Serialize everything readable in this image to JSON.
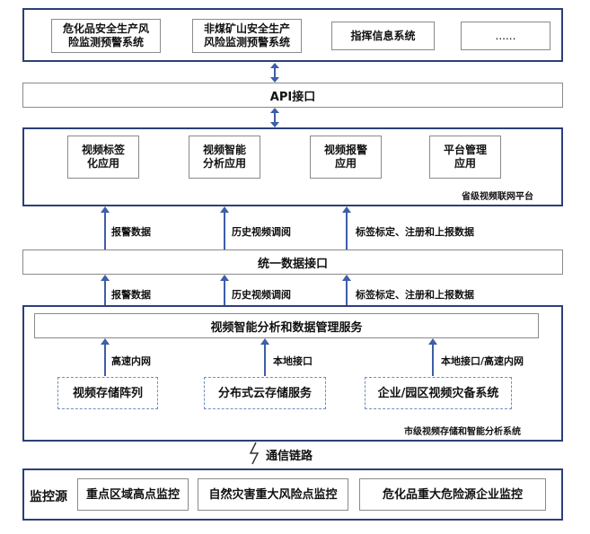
{
  "top_systems": [
    "危化品安全生产风\n险监测预警系统",
    "非煤矿山安全生产\n风险监测预警系统",
    "指挥信息系统",
    "......"
  ],
  "api_label": "API接口",
  "platform": {
    "apps": [
      "视频标签\n化应用",
      "视频智能\n分析应用",
      "视频报警\n应用",
      "平台管理\n应用"
    ],
    "caption": "省级视频联网平台"
  },
  "upper_links": [
    "报警数据",
    "历史视频调阅",
    "标签标定、注册和上报数据"
  ],
  "unified_label": "统一数据接口",
  "lower_links": [
    "报警数据",
    "历史视频调阅",
    "标签标定、注册和上报数据"
  ],
  "city": {
    "service": "视频智能分析和数据管理服务",
    "links": [
      "高速内网",
      "本地接口",
      "本地接口/高速内网"
    ],
    "storage": [
      "视频存储阵列",
      "分布式云存储服务",
      "企业/园区视频灾备系统"
    ],
    "caption": "市级视频存储和智能分析系统"
  },
  "comm_label": "通信链路",
  "monitor": {
    "title": "监控源",
    "items": [
      "重点区域高点监控",
      "自然灾害重大风险点监控",
      "危化品重大危险源企业监控"
    ]
  },
  "colors": {
    "frame": "#2c3f78",
    "arrow": "#3d5ea8"
  }
}
